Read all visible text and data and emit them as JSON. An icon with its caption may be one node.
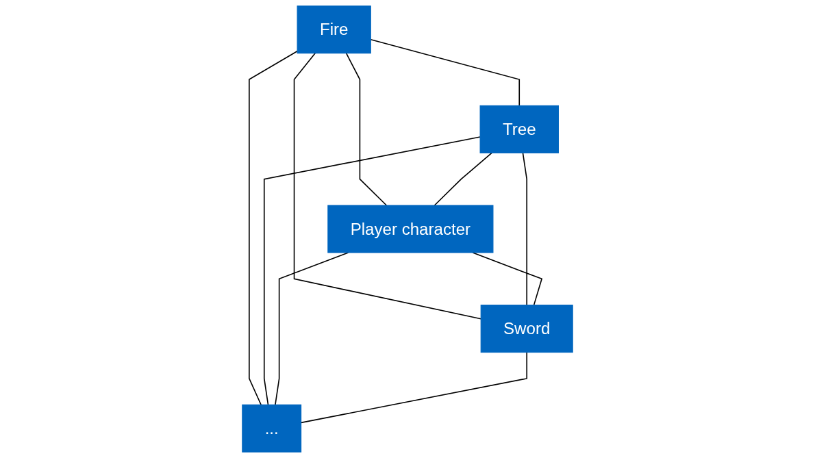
{
  "diagram": {
    "nodes": [
      {
        "text": [
          "Fire"
        ]
      },
      {
        "text": [
          "Player character"
        ]
      },
      {
        "text": [
          "Tree"
        ]
      },
      {
        "text": [
          "Sword"
        ]
      },
      {
        "text": [
          "..."
        ]
      }
    ],
    "edges": [
      {
        "from": 0,
        "to": 2,
        "arrow": "none"
      },
      {
        "from": 0,
        "to": 1,
        "arrow": "none"
      },
      {
        "from": 0,
        "to": 3,
        "arrow": "none"
      },
      {
        "from": 0,
        "to": 4,
        "arrow": "none"
      },
      {
        "from": 2,
        "to": 1,
        "arrow": "none"
      },
      {
        "from": 2,
        "to": 3,
        "arrow": "none"
      },
      {
        "from": 2,
        "to": 4,
        "arrow": "none"
      },
      {
        "from": 1,
        "to": 3,
        "arrow": "none"
      },
      {
        "from": 1,
        "to": 4,
        "arrow": "none"
      },
      {
        "from": 3,
        "to": 4,
        "arrow": "none"
      }
    ]
  }
}
